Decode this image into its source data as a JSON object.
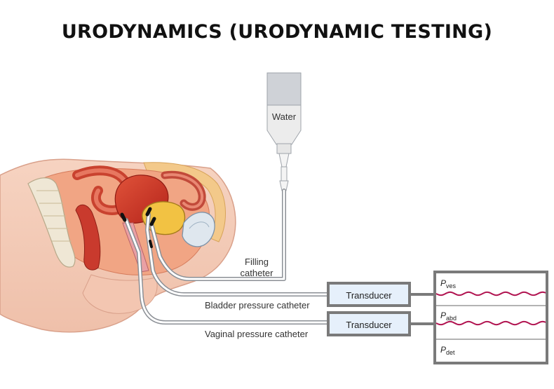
{
  "title": "URODYNAMICS (URODYNAMIC TESTING)",
  "water_label": "Water",
  "filling_catheter": [
    "Filling",
    "catheter"
  ],
  "bladder_catheter_label": "Bladder pressure catheter",
  "vaginal_catheter_label": "Vaginal pressure catheter",
  "transducer_top": "Transducer",
  "transducer_bottom": "Transducer",
  "traces": [
    {
      "symbol": "P",
      "subscript": "ves"
    },
    {
      "symbol": "P",
      "subscript": "abd"
    },
    {
      "symbol": "P",
      "subscript": "det"
    }
  ],
  "colors": {
    "trace": "#b0124f",
    "box_border": "#7a7a7a",
    "transducer_fill": "#e6f0fb",
    "bag_top": "#cfd2d7",
    "bag_body": "#ececec"
  }
}
